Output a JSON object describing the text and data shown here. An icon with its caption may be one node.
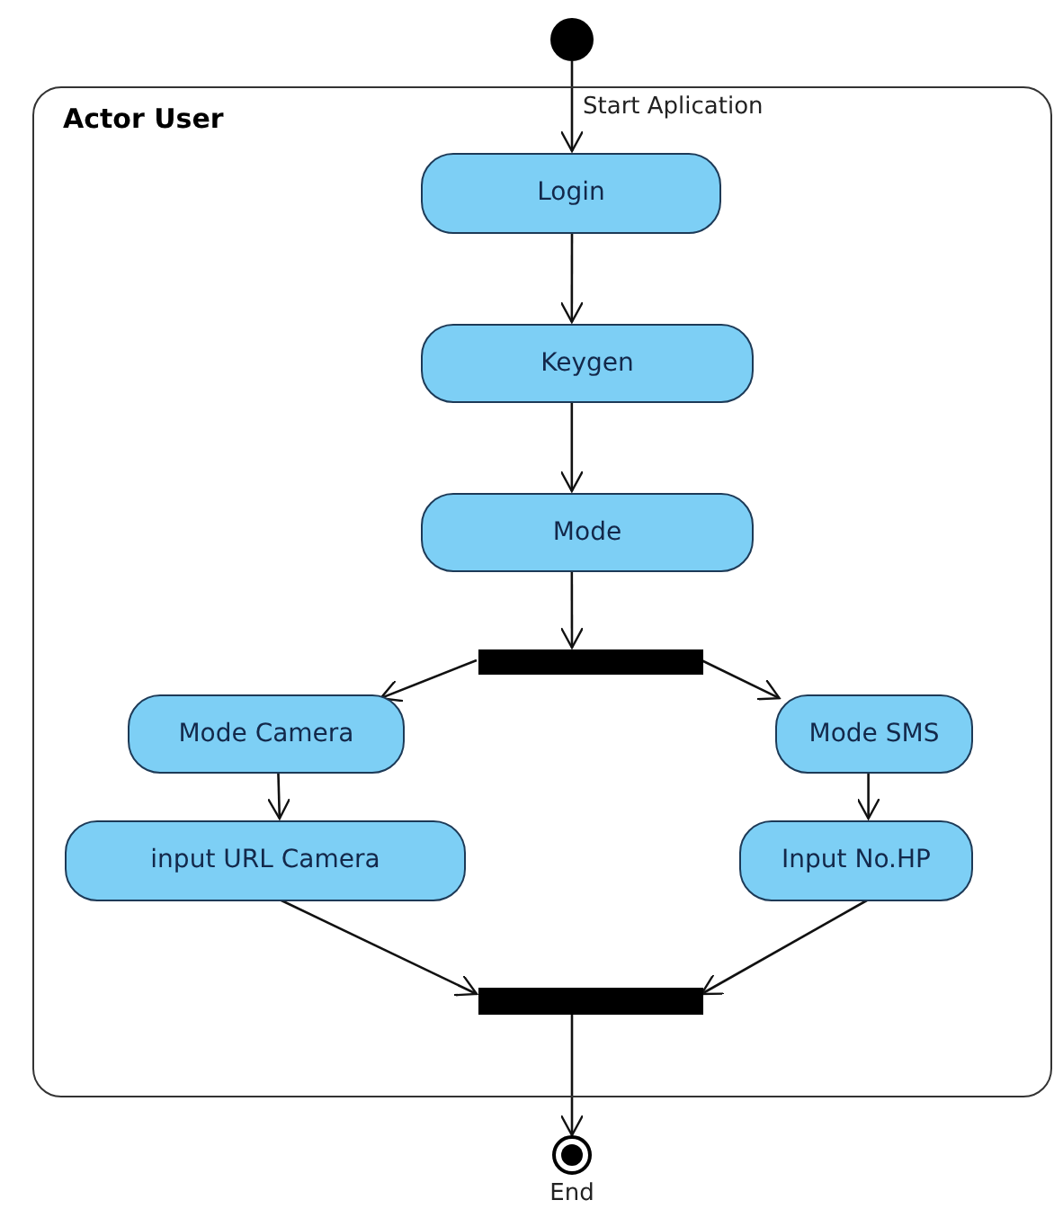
{
  "diagram": {
    "nodes": [
      {
        "text": [],
        "shape": "circle",
        "beside": [
          "Start Aplication"
        ]
      },
      {
        "text": [
          "Actor User"
        ]
      },
      {
        "text": [
          "Login"
        ],
        "in": 1
      },
      {
        "text": [
          "Keygen"
        ],
        "in": 1
      },
      {
        "text": [
          "Mode"
        ],
        "in": 1
      },
      {
        "text": [],
        "shape": "bar",
        "in": 1
      },
      {
        "text": [
          "Mode Camera"
        ],
        "in": 1
      },
      {
        "text": [
          "Mode SMS"
        ],
        "in": 1
      },
      {
        "text": [
          "input URL Camera"
        ],
        "in": 1
      },
      {
        "text": [
          "Input No.HP"
        ],
        "in": 1
      },
      {
        "text": [],
        "shape": "bar",
        "in": 1
      },
      {
        "text": [],
        "shape": "bullseye",
        "beside": [
          "End"
        ]
      }
    ],
    "edges": [
      {
        "from": 0,
        "to": 2,
        "arrow": "to"
      },
      {
        "from": 2,
        "to": 3,
        "arrow": "to"
      },
      {
        "from": 3,
        "to": 4,
        "arrow": "to"
      },
      {
        "from": 4,
        "to": 5,
        "arrow": "to"
      },
      {
        "from": 5,
        "to": 6,
        "arrow": "to"
      },
      {
        "from": 5,
        "to": 7,
        "arrow": "to"
      },
      {
        "from": 6,
        "to": 8,
        "arrow": "to"
      },
      {
        "from": 7,
        "to": 9,
        "arrow": "to"
      },
      {
        "from": 8,
        "to": 10,
        "arrow": "to"
      },
      {
        "from": 9,
        "to": 10,
        "arrow": "to"
      },
      {
        "from": 10,
        "to": 11,
        "arrow": "to"
      }
    ]
  }
}
